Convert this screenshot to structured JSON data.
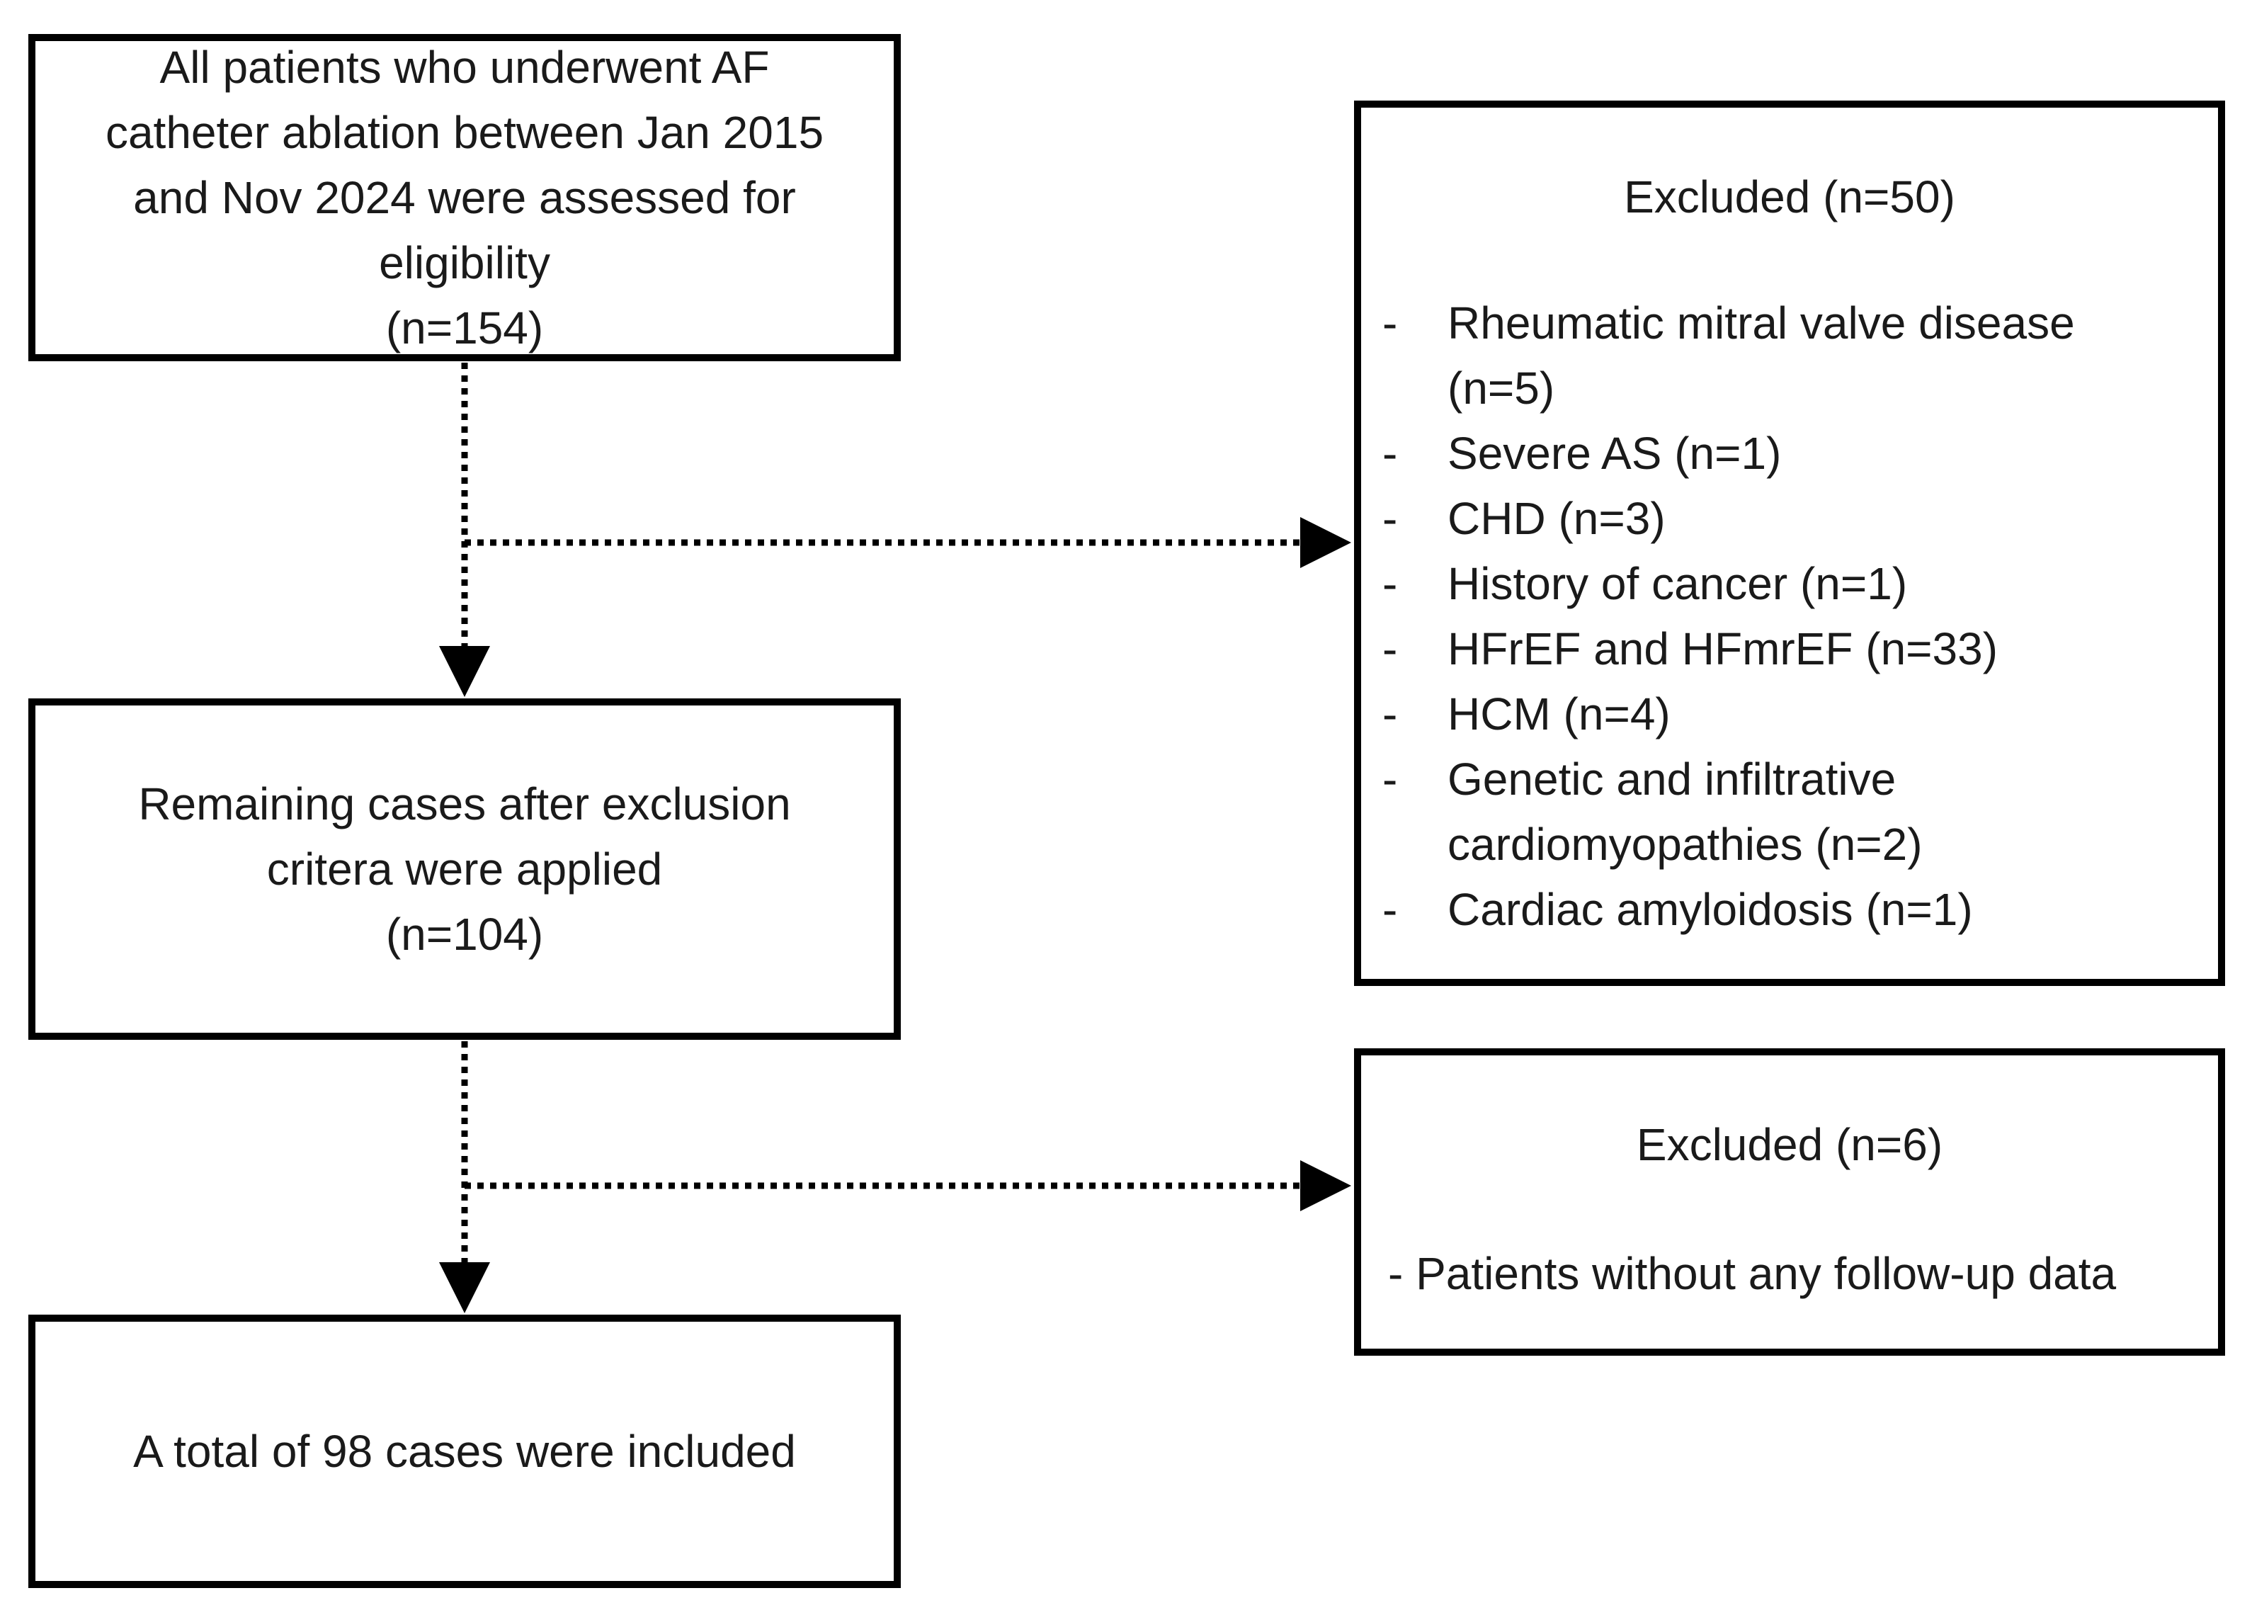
{
  "boxes": {
    "assessed": {
      "lines": [
        "All patients who underwent AF",
        "catheter ablation between Jan 2015",
        "and Nov 2024 were assessed for",
        "eligibility",
        "(n=154)"
      ]
    },
    "remaining": {
      "lines": [
        "Remaining cases after exclusion",
        "critera were applied",
        "(n=104)"
      ]
    },
    "included": {
      "lines": [
        "A total of 98 cases were included"
      ]
    }
  },
  "exclusion_1": {
    "title": "Excluded (n=50)",
    "bullet": "-",
    "items": [
      "Rheumatic mitral valve disease (n=5)",
      "Severe AS (n=1)",
      "CHD (n=3)",
      "History of cancer (n=1)",
      "HFrEF and HFmrEF (n=33)",
      "HCM (n=4)",
      "Genetic and infiltrative cardiomyopathies (n=2)",
      "Cardiac amyloidosis (n=1)"
    ]
  },
  "exclusion_2": {
    "title": "Excluded (n=6)",
    "item": "- Patients without any follow-up data"
  }
}
